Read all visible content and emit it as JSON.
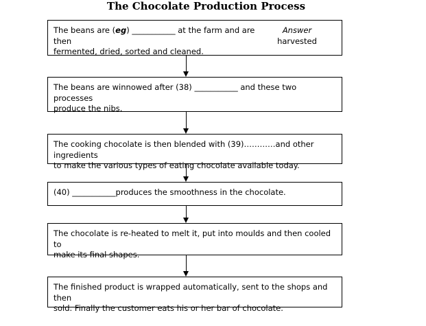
{
  "title": "The Chocolate Production Process",
  "answer": {
    "label": "Answer",
    "value": "harvested"
  },
  "steps": [
    {
      "pre": "The beans are (",
      "eg": "eg",
      "post_eg": ") ",
      "blank": "___________",
      "after_blank": " at the farm and are then",
      "line2": "fermented, dried, sorted and cleaned."
    },
    {
      "pre": "The beans are winnowed after (38) ",
      "blank": "___________",
      "after_blank": " and these two processes",
      "line2": "produce the nibs."
    },
    {
      "line1": "The cooking chocolate is then blended with (39)…………and other ingredients",
      "line2": "to make the various types of eating chocolate available today."
    },
    {
      "pre": "(40) ",
      "blank": "___________",
      "after_blank": "produces the smoothness in the chocolate."
    },
    {
      "line1": "The chocolate is re-heated to melt it, put into moulds and then cooled to",
      "line2": "make its final shapes."
    },
    {
      "line1": "The finished product is wrapped automatically, sent to the shops and then",
      "line2": "sold. Finally the customer eats his or her bar of chocolate."
    }
  ]
}
